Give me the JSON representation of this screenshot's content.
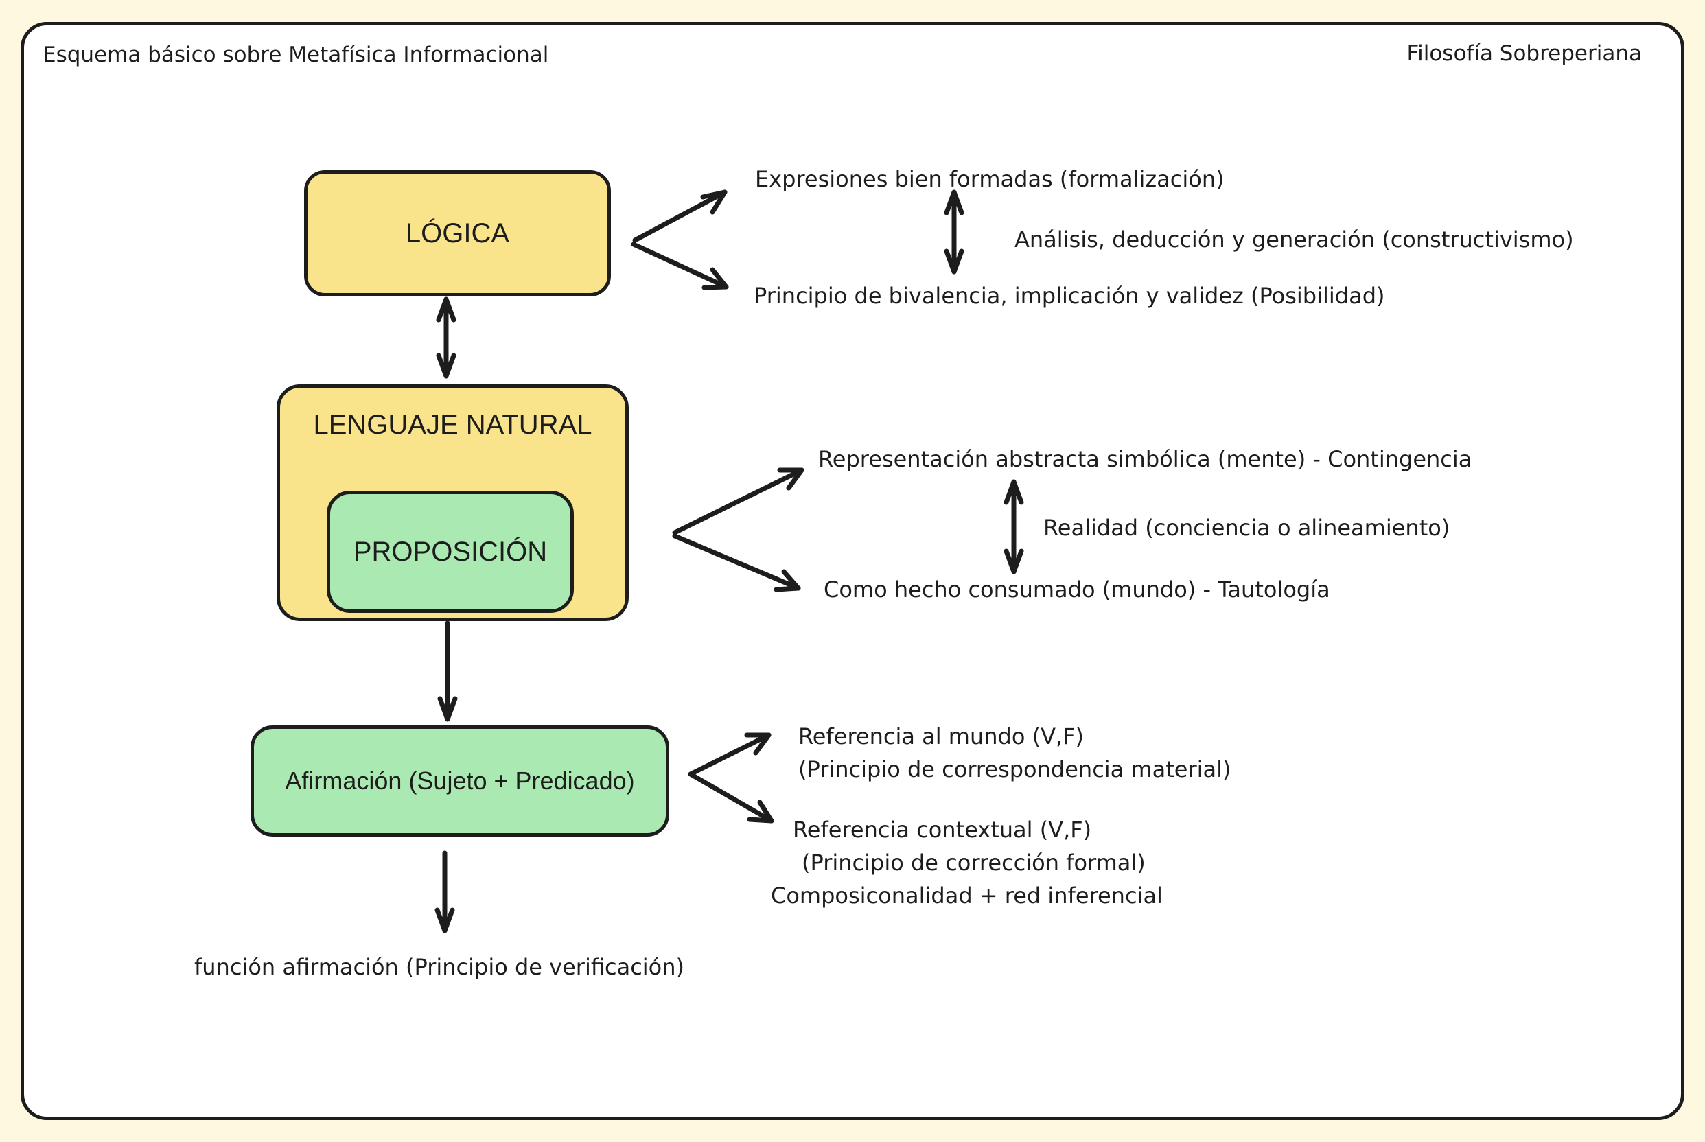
{
  "page": {
    "title": "Esquema básico sobre Metafísica Informacional",
    "brand": "Filosofía Sobreperiana"
  },
  "colors": {
    "page_bg": "#fdf8df",
    "panel_bg": "#ffffff",
    "ink": "#1d1d1d",
    "node_yellow": "#f9e48b",
    "node_green": "#abe9b2"
  },
  "nodes": {
    "logica": {
      "label": "LÓGICA"
    },
    "lenguaje_natural": {
      "label": "LENGUAJE NATURAL"
    },
    "proposicion": {
      "label": "PROPOSICIÓN"
    },
    "afirmacion": {
      "label": "Afirmación (Sujeto + Predicado)"
    }
  },
  "annotations": {
    "expresiones": "Expresiones bien formadas (formalización)",
    "analisis": "Análisis, deducción y generación (constructivismo)",
    "bivalencia": "Principio de bivalencia, implicación y validez (Posibilidad)",
    "representacion": "Representación abstracta simbólica (mente) - Contingencia",
    "realidad": "Realidad (conciencia o alineamiento)",
    "hecho_consumado": "Como hecho consumado (mundo) - Tautología",
    "referencia_mundo_1": "Referencia al mundo (V,F)",
    "referencia_mundo_2": "(Principio de correspondencia material)",
    "referencia_contextual_1": "Referencia contextual (V,F)",
    "referencia_contextual_2": "(Principio de corrección formal)",
    "composicionalidad": "Composiconalidad + red inferencial",
    "funcion_afirmacion": "función afirmación (Principio de verificación)"
  }
}
